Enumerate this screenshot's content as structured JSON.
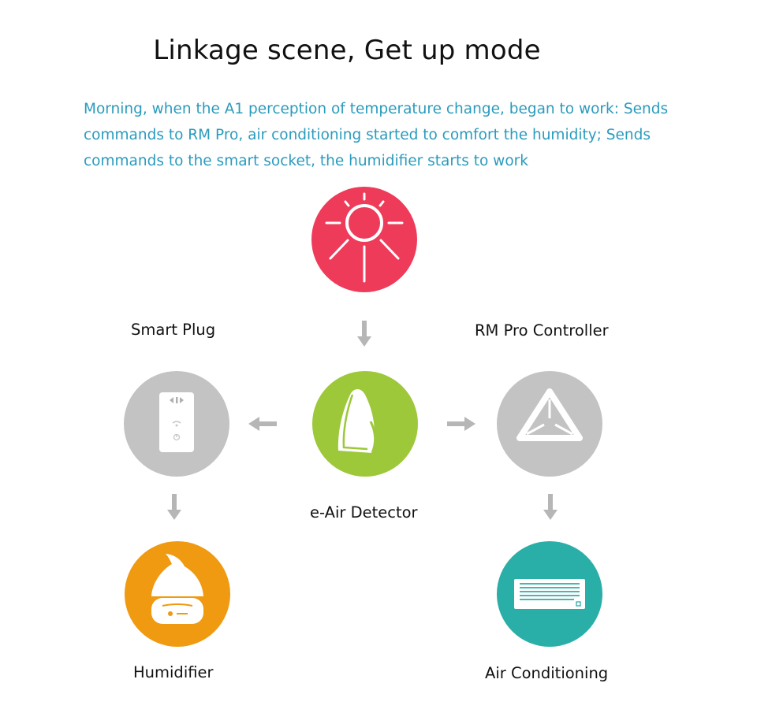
{
  "title": "Linkage scene, Get up mode",
  "description": "Morning, when the A1 perception of temperature change, began to work: Sends commands to RM Pro, air conditioning started to comfort the humidity; Sends commands to the smart socket, the humidifier starts to work",
  "colors": {
    "accent_text": "#2a9bbd",
    "sun": "#ee3b5a",
    "detector": "#9dc83a",
    "device_gray": "#c3c3c3",
    "humidifier": "#ef9a10",
    "air_conditioning": "#2aaea8",
    "arrow": "#b6b6b6"
  },
  "nodes": {
    "sun": {
      "icon": "sun-icon"
    },
    "smart_plug": {
      "label": "Smart Plug",
      "icon": "smart-plug-icon"
    },
    "rm_pro": {
      "label": "RM Pro  Controller",
      "icon": "rm-pro-icon"
    },
    "detector": {
      "label": "e-Air Detector",
      "icon": "air-detector-icon"
    },
    "humidifier": {
      "label": "Humidifier",
      "icon": "humidifier-icon"
    },
    "air_conditioning": {
      "label": "Air Conditioning",
      "icon": "air-conditioner-icon"
    }
  }
}
